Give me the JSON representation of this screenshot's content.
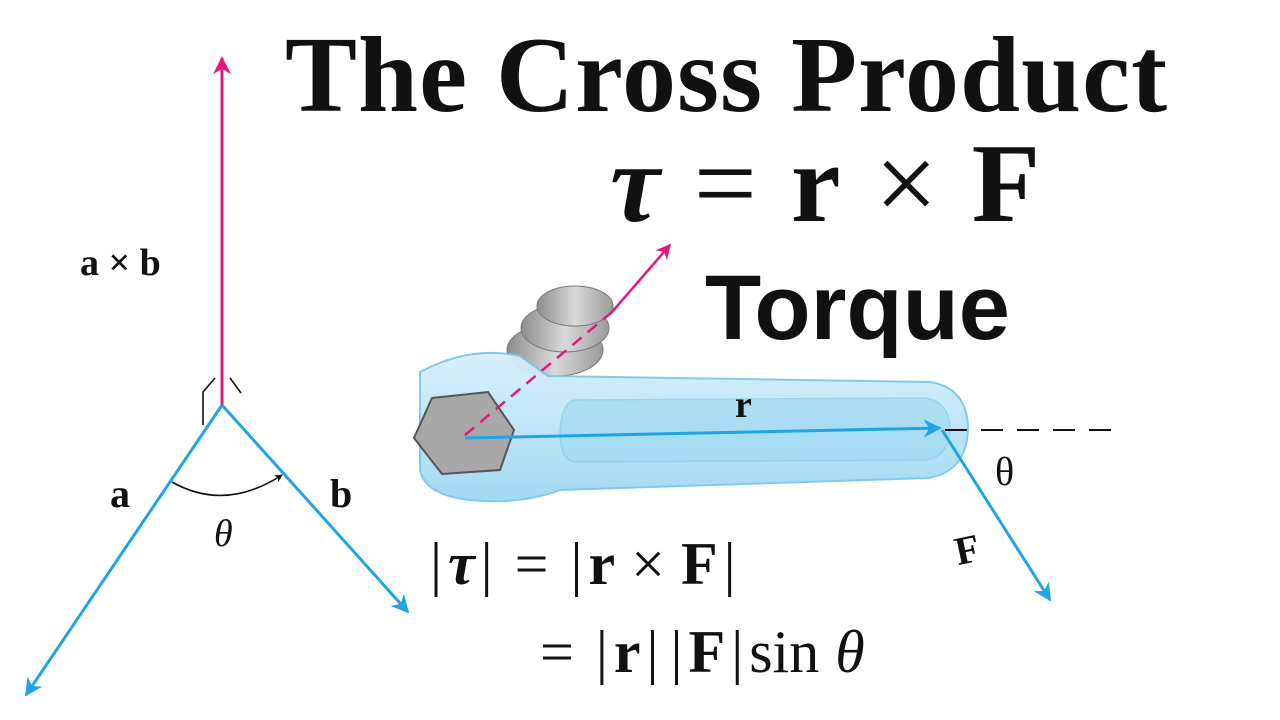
{
  "title": "The Cross Product",
  "formula": {
    "lhs": "τ",
    "equals": "=",
    "r": "r",
    "times": "×",
    "F": "F"
  },
  "subtitle": "Torque",
  "left_diagram": {
    "cross_label": "a × b",
    "a_label": "a",
    "b_label": "b",
    "theta_label": "θ"
  },
  "wrench_diagram": {
    "r_label": "r",
    "F_label": "F",
    "theta_label": "θ"
  },
  "equation": {
    "line1": {
      "bar1": "|",
      "tau": "τ",
      "bar2": "|",
      "eq": "=",
      "bar3": "|",
      "r": "r",
      "times": "×",
      "F": "F",
      "bar4": "|"
    },
    "line2": {
      "eq": "=",
      "bar1": "|",
      "r": "r",
      "bar2": "|",
      "bar3": "|",
      "F": "F",
      "bar4": "|",
      "sin": "sin",
      "theta": "θ"
    }
  },
  "colors": {
    "magenta": "#e4187b",
    "blue": "#1fa4e4",
    "wrench_fill": "#bfe6f6",
    "wrench_edge": "#7cc8ea",
    "bolt": "#a8a8a8",
    "text": "#111111"
  }
}
